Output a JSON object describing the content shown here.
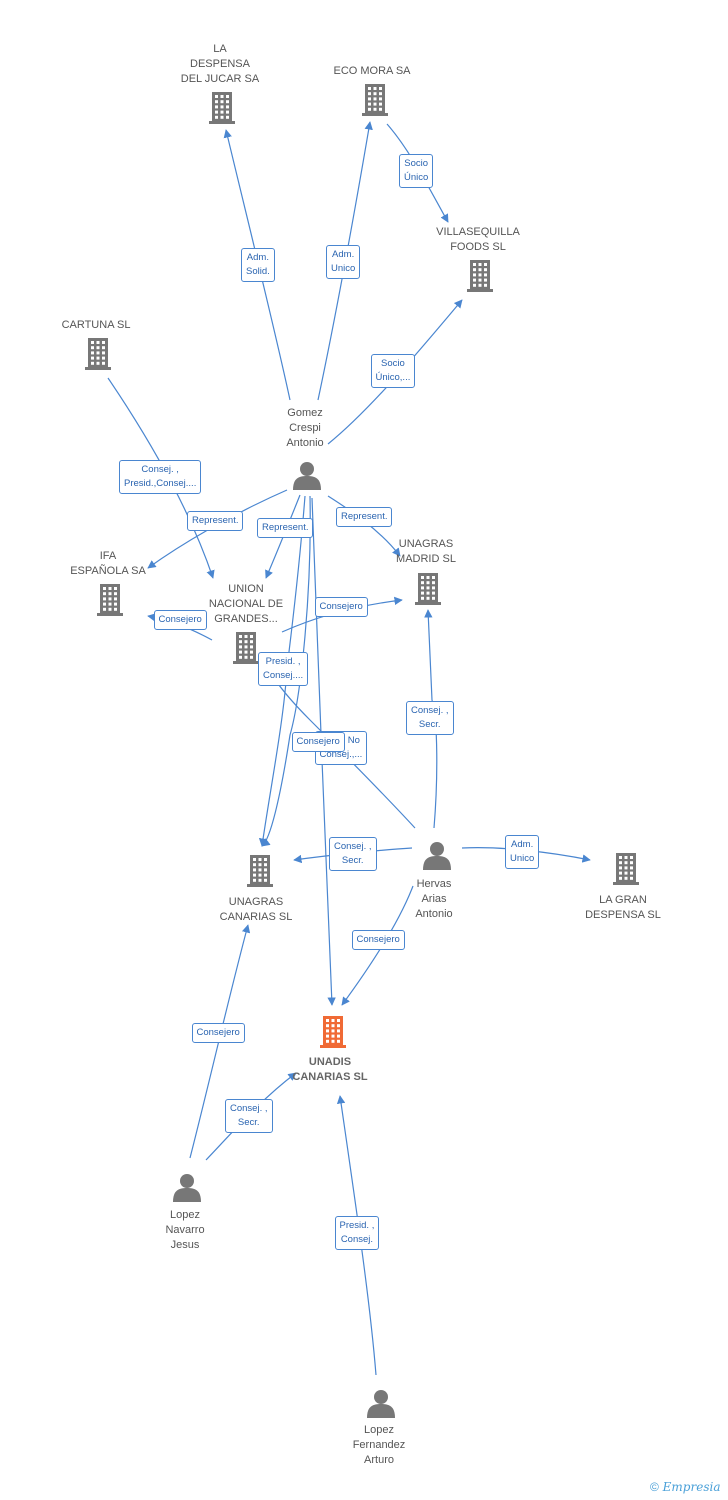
{
  "colors": {
    "edge": "#4a86d0",
    "building": "#777777",
    "main_building": "#f06a35",
    "person": "#777777"
  },
  "nodes": [
    {
      "id": "despensa_jucar",
      "type": "company",
      "label": "LA\nDESPENSA\nDEL JUCAR SA"
    },
    {
      "id": "eco_mora",
      "type": "company",
      "label": "ECO MORA SA"
    },
    {
      "id": "villasequilla",
      "type": "company",
      "label": "VILLASEQUILLA\nFOODS SL"
    },
    {
      "id": "cartuna",
      "type": "company",
      "label": "CARTUNA SL"
    },
    {
      "id": "gomez",
      "type": "person",
      "label": "Gomez\nCrespi\nAntonio"
    },
    {
      "id": "ifa",
      "type": "company",
      "label": "IFA\nESPAÑOLA SA"
    },
    {
      "id": "union",
      "type": "company",
      "label": "UNION\nNACIONAL DE\nGRANDES..."
    },
    {
      "id": "unagras_madrid",
      "type": "company",
      "label": "UNAGRAS\nMADRID SL"
    },
    {
      "id": "unagras_canarias",
      "type": "company",
      "label": "UNAGRAS\nCANARIAS SL"
    },
    {
      "id": "hervas",
      "type": "person",
      "label": "Hervas\nArias\nAntonio"
    },
    {
      "id": "gran_despensa",
      "type": "company",
      "label": "LA GRAN\nDESPENSA SL"
    },
    {
      "id": "unadis",
      "type": "main",
      "label": "UNADIS\nCANARIAS SL"
    },
    {
      "id": "lopez_navarro",
      "type": "person",
      "label": "Lopez\nNavarro\nJesus"
    },
    {
      "id": "lopez_fernandez",
      "type": "person",
      "label": "Lopez\nFernandez\nArturo"
    }
  ],
  "edges": [
    {
      "label": "Adm.\nSolid."
    },
    {
      "label": "Adm.\nUnico"
    },
    {
      "label": "Socio\nÚnico"
    },
    {
      "label": "Socio\nÚnico,..."
    },
    {
      "label": "Consej. ,\nPresid.,Consej...."
    },
    {
      "label": "Represent."
    },
    {
      "label": "Represent."
    },
    {
      "label": "Represent."
    },
    {
      "label": "Consejero"
    },
    {
      "label": "Consejero"
    },
    {
      "label": "Presid. ,\nConsej...."
    },
    {
      "label": "Consej. ,\nSecr."
    },
    {
      "label": "Vocal No\nConsej.,..."
    },
    {
      "label": "Consejero"
    },
    {
      "label": "Consej. ,\nSecr."
    },
    {
      "label": "Adm.\nUnico"
    },
    {
      "label": "Consejero"
    },
    {
      "label": "Consejero"
    },
    {
      "label": "Consej. ,\nSecr."
    },
    {
      "label": "Presid. ,\nConsej."
    }
  ],
  "footer": {
    "copyright": "©",
    "brand": "Empresia"
  }
}
